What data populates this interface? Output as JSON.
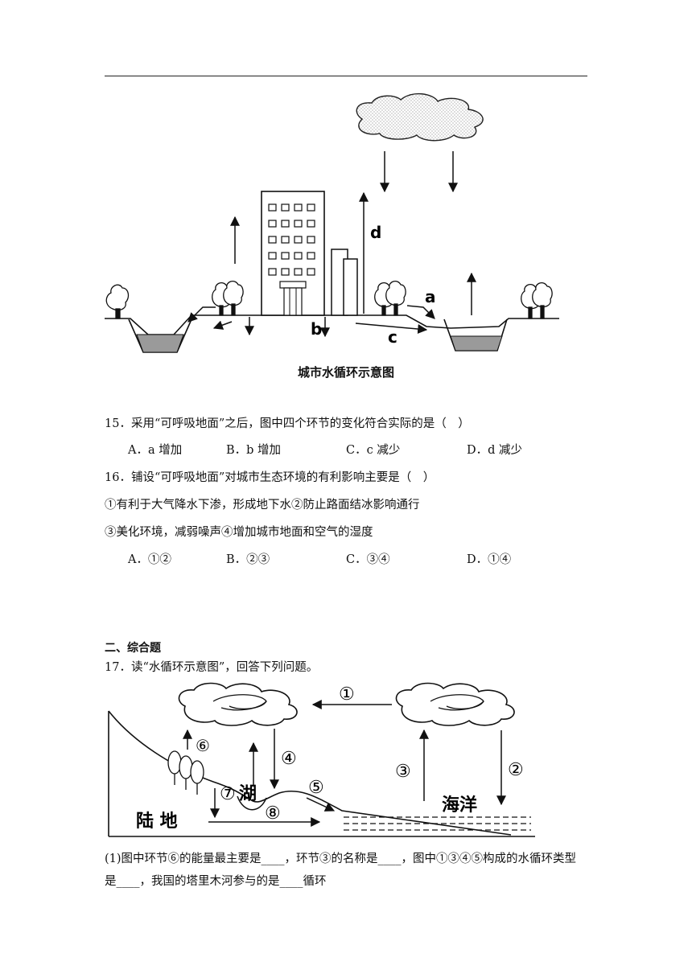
{
  "figure1": {
    "caption": "城市水循环示意图",
    "labels": {
      "a": "a",
      "b": "b",
      "c": "c",
      "d": "d"
    }
  },
  "q15": {
    "stem": "15．采用“可呼吸地面”之后，图中四个环节的变化符合实际的是（　）",
    "options": [
      "A．a 增加",
      "B．b 增加",
      "C．c 减少",
      "D．d 减少"
    ]
  },
  "q16": {
    "stem": "16．铺设“可呼吸地面”对城市生态环境的有利影响主要是（　）",
    "line1": "①有利于大气降水下渗，形成地下水②防止路面结冰影响通行",
    "line2": "③美化环境，减弱噪声④增加城市地面和空气的湿度",
    "options": [
      "A．①②",
      "B．②③",
      "C．③④",
      "D．①④"
    ]
  },
  "section2": {
    "title": "二、综合题"
  },
  "q17": {
    "stem": "17．读“水循环示意图”，回答下列问题。",
    "part1": "(1)图中环节⑥的能量最主要是____，环节③的名称是____，图中①③④⑤构成的水循环类型是____，我国的塔里木河参与的是____循环"
  },
  "figure2": {
    "labels": {
      "n1": "①",
      "n2": "②",
      "n3": "③",
      "n4": "④",
      "n5": "⑤",
      "n6": "⑥",
      "n7": "⑦",
      "n8": "⑧",
      "lake": "湖",
      "land": "陆 地",
      "ocean": "海洋"
    }
  }
}
